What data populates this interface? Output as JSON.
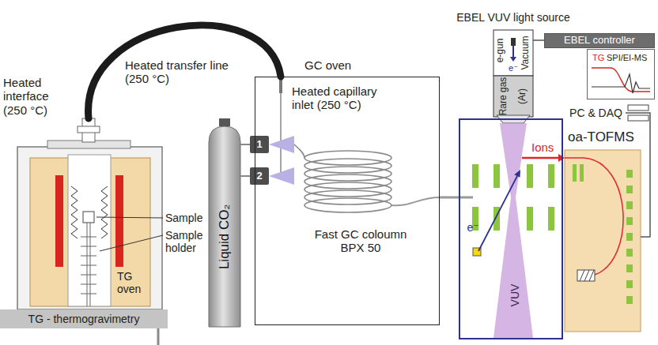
{
  "diagram": {
    "nodes": [
      {
        "text": [
          "TG oven"
        ]
      },
      {
        "text": [
          "TG - thermogravimetry"
        ]
      },
      {
        "text": [
          "Liquid CO₂"
        ]
      },
      {
        "text": [
          "1"
        ]
      },
      {
        "text": [
          "2"
        ]
      },
      {
        "text": [
          "GC oven",
          "Heated capillary inlet (250 °C)",
          "Fast GC coloumn BPX 50"
        ]
      },
      {
        "text": [
          "EBEL VUV light source",
          "e-gun",
          "e⁻",
          "Vacuum",
          "Rare gas",
          "(Ar)"
        ]
      },
      {
        "text": [
          "EBEL controller"
        ]
      },
      {
        "text": [
          "Ions",
          "e⁻",
          "VUV"
        ]
      },
      {
        "text": [
          "TG",
          "SPI/EI-MS"
        ]
      },
      {
        "text": [
          "PC & DAQ"
        ]
      },
      {
        "text": [
          "oa-TOFMS"
        ]
      }
    ],
    "edges": [
      {
        "from": 0,
        "to": 5,
        "arrow": "none"
      },
      {
        "from": 2,
        "to": 3,
        "arrow": "none"
      },
      {
        "from": 2,
        "to": 4,
        "arrow": "none"
      },
      {
        "from": 5,
        "to": 8,
        "arrow": "none"
      },
      {
        "from": 7,
        "to": 6,
        "arrow": "none"
      },
      {
        "from": 10,
        "to": 11,
        "arrow": "none"
      }
    ],
    "labels": [
      "Heated interface (250 °C)",
      "Heated transfer line (250 °C)",
      "Sample",
      "Sample holder"
    ]
  }
}
